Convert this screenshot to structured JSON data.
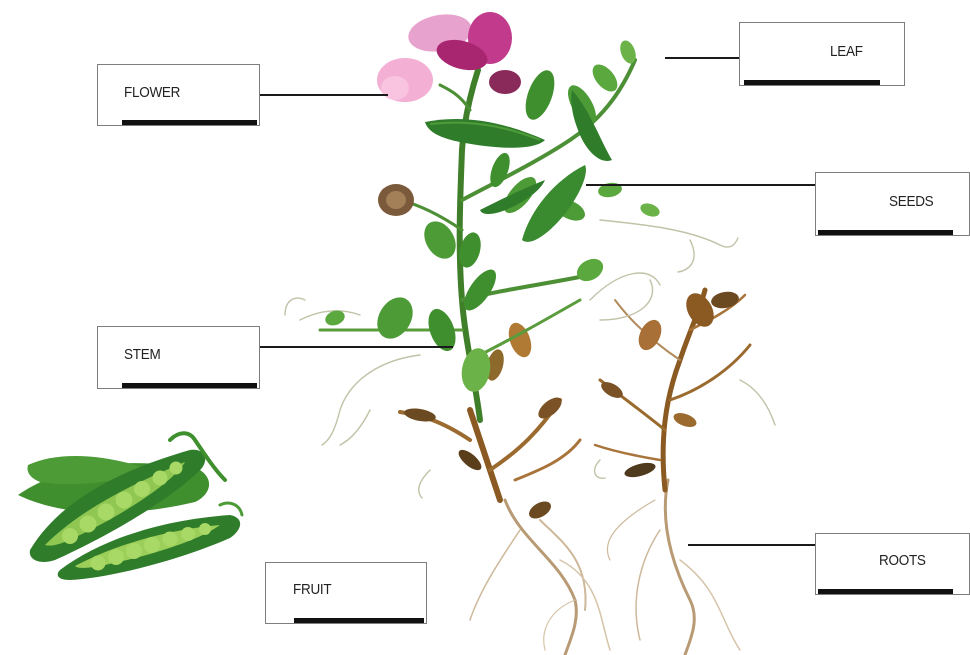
{
  "labels": {
    "flower": "FLOWER",
    "leaf": "LEAF",
    "seeds": "SEEDS",
    "stem": "STEM",
    "roots": "ROOTS",
    "fruit": "FRUIT"
  },
  "colors": {
    "flower_pink": "#c13a8c",
    "flower_light": "#f2a7cf",
    "leaf_green": "#3f8f2e",
    "pod_green": "#2f7d2a",
    "pea_green": "#9ccf5a",
    "root_brown": "#8a5a22",
    "root_tan": "#d7c6a6"
  }
}
